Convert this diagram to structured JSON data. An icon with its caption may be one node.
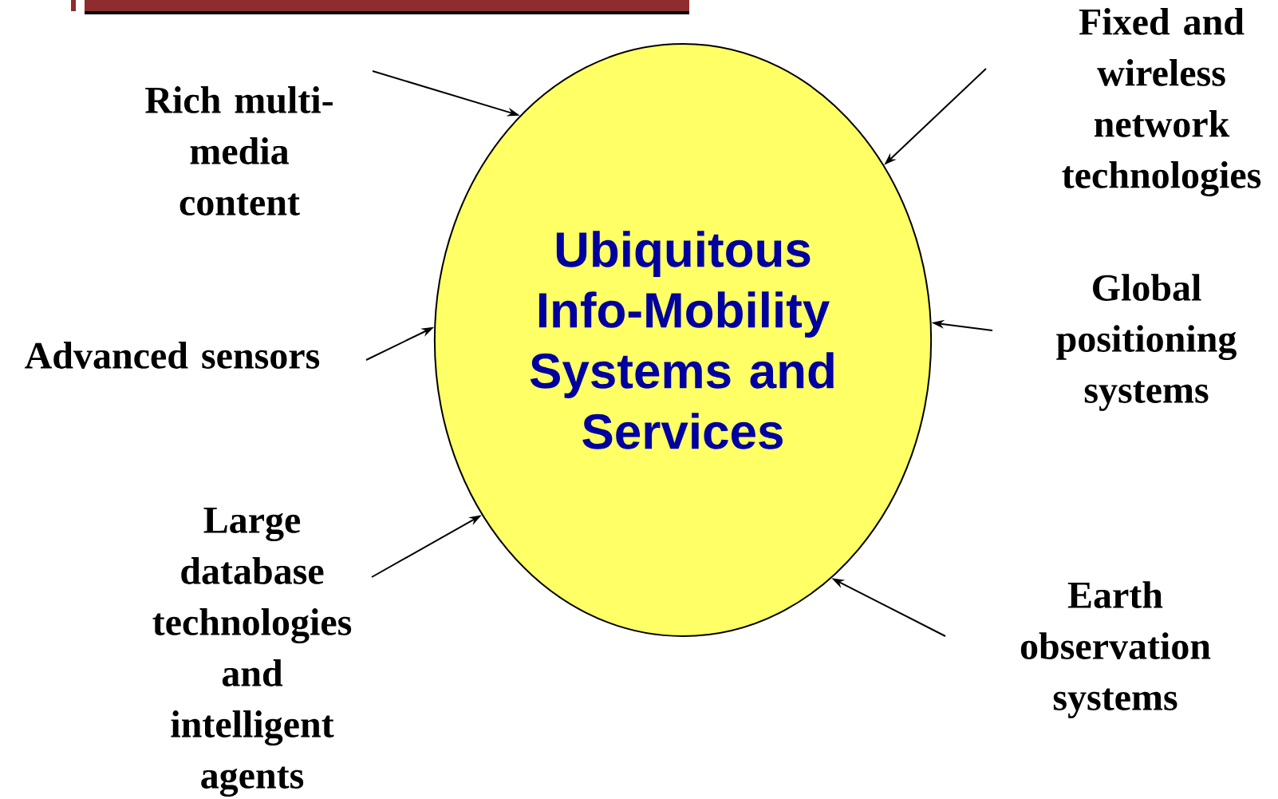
{
  "diagram": {
    "nodes": [
      {
        "text": [
          "Ubiquitous Info-Mobility Systems and Services"
        ]
      },
      {
        "text": [
          "Rich multi-media content"
        ]
      },
      {
        "text": [
          "Advanced sensors"
        ]
      },
      {
        "text": [
          "Large database technologies and intelligent agents"
        ]
      },
      {
        "text": [
          "Fixed and wireless network technologies"
        ]
      },
      {
        "text": [
          "Global positioning systems"
        ]
      },
      {
        "text": [
          "Earth observation systems"
        ]
      }
    ],
    "edges": [
      {
        "from": 1,
        "to": 0,
        "arrow": "to"
      },
      {
        "from": 2,
        "to": 0,
        "arrow": "to"
      },
      {
        "from": 3,
        "to": 0,
        "arrow": "to"
      },
      {
        "from": 4,
        "to": 0,
        "arrow": "to"
      },
      {
        "from": 5,
        "to": 0,
        "arrow": "to"
      },
      {
        "from": 6,
        "to": 0,
        "arrow": "to"
      }
    ]
  }
}
